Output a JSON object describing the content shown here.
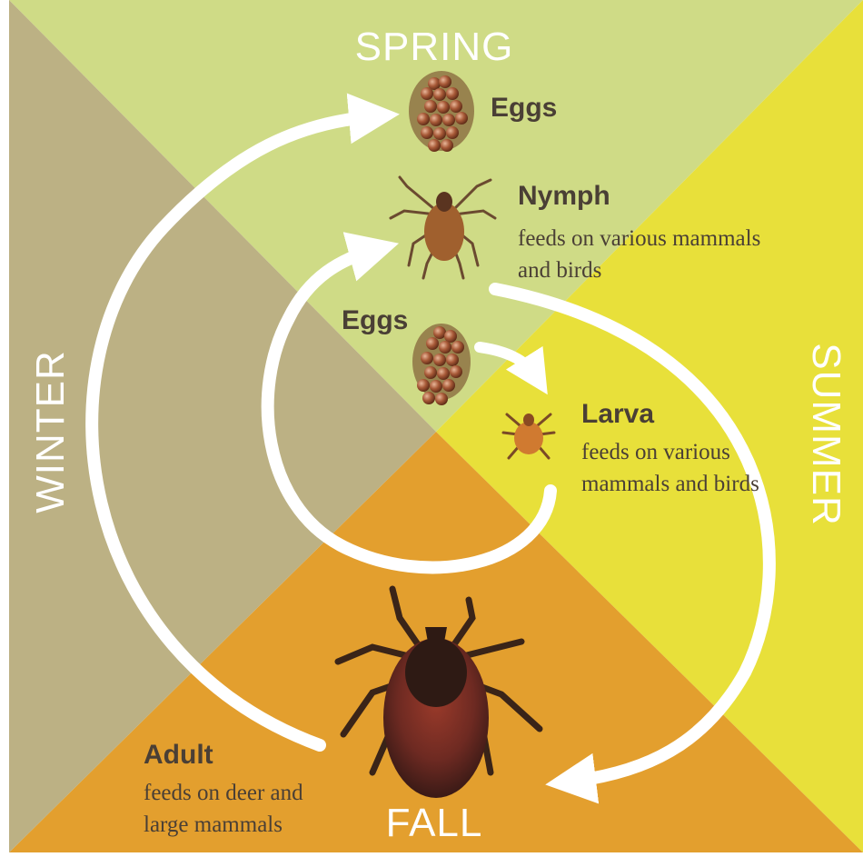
{
  "seasons": {
    "spring": "SPRING",
    "summer": "SUMMER",
    "fall": "FALL",
    "winter": "WINTER"
  },
  "stages": {
    "eggs_top": {
      "title": "Eggs"
    },
    "nymph": {
      "title": "Nymph",
      "desc_line1": "feeds on various mammals",
      "desc_line2": "and birds"
    },
    "eggs_mid": {
      "title": "Eggs"
    },
    "larva": {
      "title": "Larva",
      "desc_line1": "feeds on various",
      "desc_line2": "mammals and birds"
    },
    "adult": {
      "title": "Adult",
      "desc_line1": "feeds on deer and",
      "desc_line2": "large mammals"
    }
  },
  "colors": {
    "spring": "#cfdb86",
    "summer": "#e8e03a",
    "fall": "#e39f2e",
    "winter": "#bcb184",
    "arrow": "#ffffff",
    "text": "#4a3f35"
  }
}
